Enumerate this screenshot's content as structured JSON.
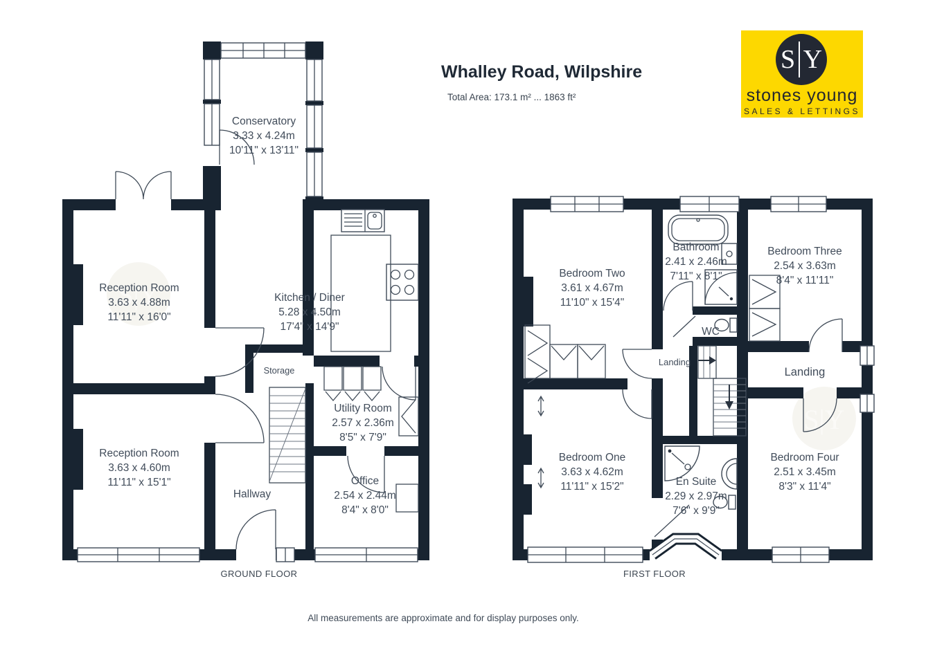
{
  "header": {
    "title": "Whalley Road, Wilpshire",
    "total_area": "Total Area: 173.1 m² ... 1863 ft²"
  },
  "logo": {
    "monogram_left": "S",
    "monogram_right": "Y",
    "name": "stones young",
    "tagline": "SALES & LETTINGS",
    "bg_color": "#fdd800",
    "circle_color": "#232833"
  },
  "floors": {
    "ground": {
      "label": "GROUND FLOOR",
      "rooms": [
        {
          "name": "Conservatory",
          "metric": "3.33 x 4.24m",
          "imperial": "10'11\" x 13'11\""
        },
        {
          "name": "Reception Room",
          "metric": "3.63 x 4.88m",
          "imperial": "11'11\" x 16'0\""
        },
        {
          "name": "Kitchen / Diner",
          "metric": "5.28 x 4.50m",
          "imperial": "17'4\" x 14'9\""
        },
        {
          "name": "Storage"
        },
        {
          "name": "Utility Room",
          "metric": "2.57 x 2.36m",
          "imperial": "8'5\" x 7'9\""
        },
        {
          "name": "Reception Room",
          "metric": "3.63 x 4.60m",
          "imperial": "11'11\" x 15'1\""
        },
        {
          "name": "Hallway"
        },
        {
          "name": "Office",
          "metric": "2.54 x 2.44m",
          "imperial": "8'4\" x 8'0\""
        }
      ]
    },
    "first": {
      "label": "FIRST FLOOR",
      "rooms": [
        {
          "name": "Bedroom Two",
          "metric": "3.61 x 4.67m",
          "imperial": "11'10\" x 15'4\""
        },
        {
          "name": "Bathroom",
          "metric": "2.41 x 2.46m",
          "imperial": "7'11\" x 8'1\""
        },
        {
          "name": "Bedroom Three",
          "metric": "2.54 x 3.63m",
          "imperial": "8'4\" x 11'11\""
        },
        {
          "name": "WC"
        },
        {
          "name": "Landing"
        },
        {
          "name": "Landing"
        },
        {
          "name": "Bedroom One",
          "metric": "3.63 x 4.62m",
          "imperial": "11'11\" x 15'2\""
        },
        {
          "name": "En Suite",
          "metric": "2.29 x 2.97m",
          "imperial": "7'6\" x 9'9\""
        },
        {
          "name": "Bedroom Four",
          "metric": "2.51 x 3.45m",
          "imperial": "8'3\" x 11'4\""
        }
      ]
    }
  },
  "footer": {
    "disclaimer": "All measurements are approximate and for display purposes only."
  },
  "colors": {
    "wall": "#182431",
    "accent_yellow": "#fdd800"
  }
}
